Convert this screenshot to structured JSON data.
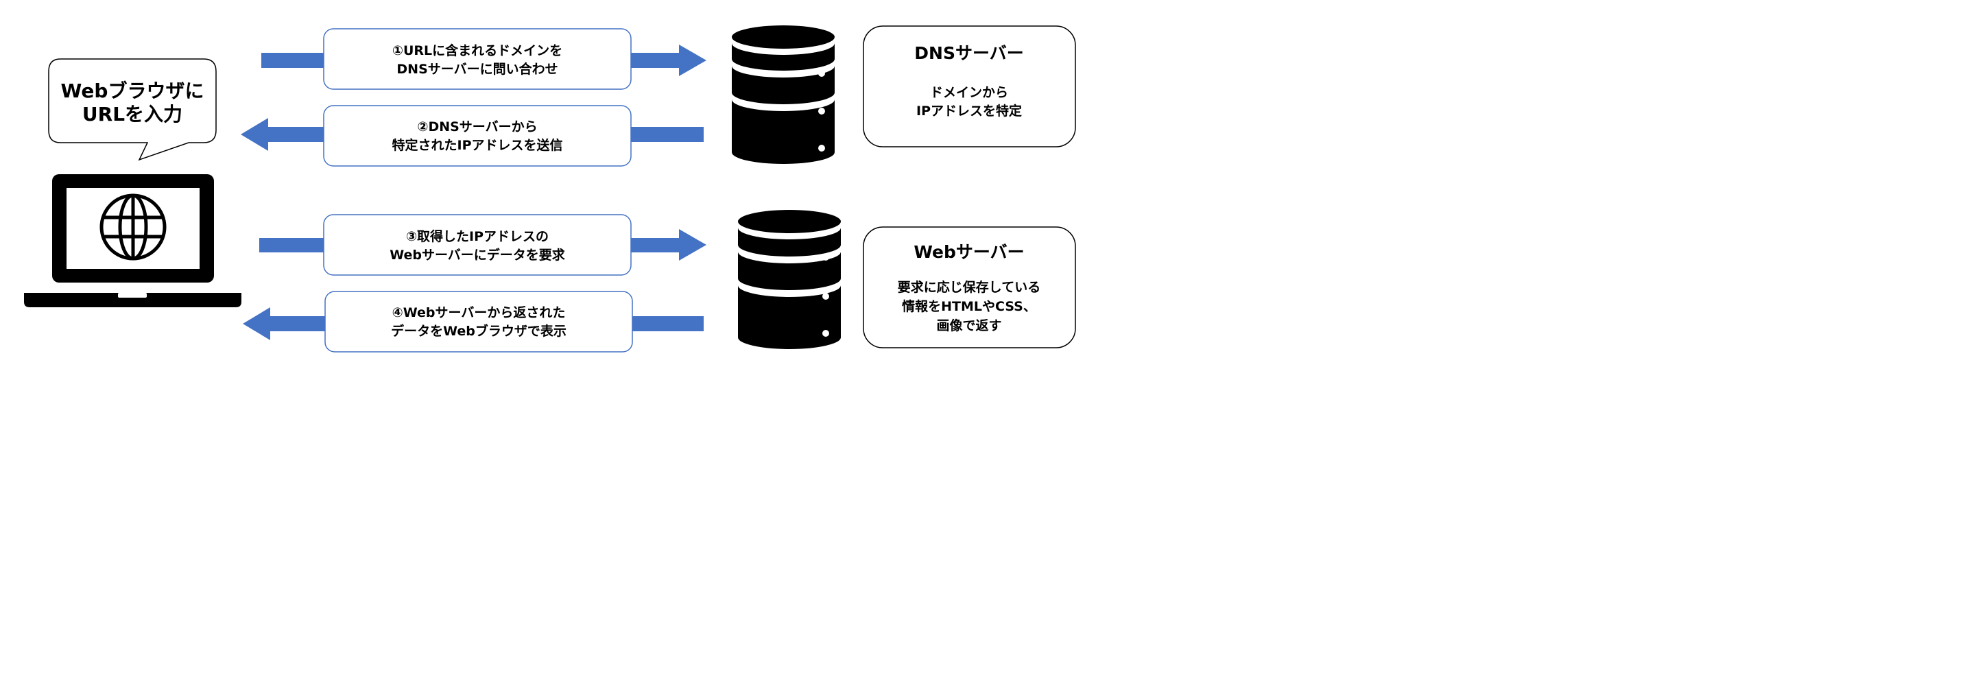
{
  "speech_bubble": {
    "lines": [
      "Webブラウザに",
      "URLを入力"
    ]
  },
  "steps": [
    {
      "lines": [
        "①URLに含まれるドメインを",
        "DNSサーバーに問い合わせ"
      ]
    },
    {
      "lines": [
        "②DNSサーバーから",
        "特定されたIPアドレスを送信"
      ]
    },
    {
      "lines": [
        "③取得したIPアドレスの",
        "Webサーバーにデータを要求"
      ]
    },
    {
      "lines": [
        "④Webサーバーから返された",
        "データをWebブラウザで表示"
      ]
    }
  ],
  "dns_server": {
    "title": "DNSサーバー",
    "description": [
      "ドメインから",
      "IPアドレスを特定"
    ]
  },
  "web_server": {
    "title": "Webサーバー",
    "description": [
      "要求に応じ保存している",
      "情報をHTMLやCSS、",
      "画像で返す"
    ]
  },
  "colors": {
    "arrow": "#4472c4",
    "box_border": "#4472c4",
    "icon": "#000000"
  }
}
